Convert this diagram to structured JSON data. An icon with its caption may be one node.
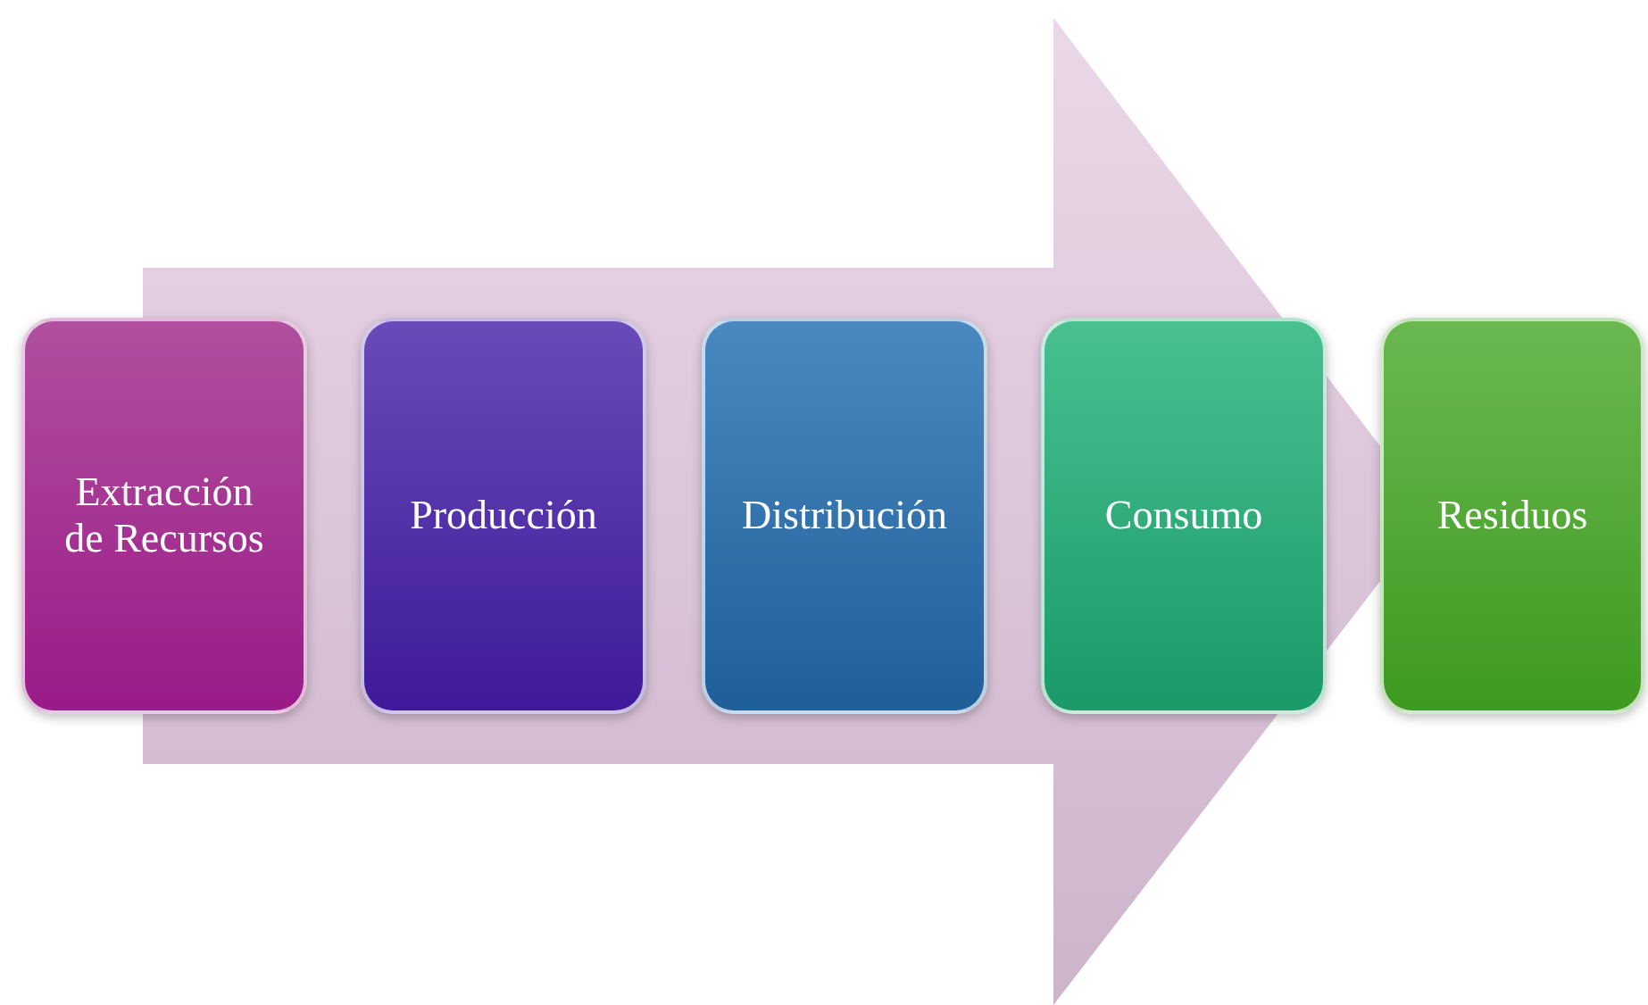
{
  "diagram": {
    "nodes": [
      {
        "text": [
          "Extracción de Recursos"
        ]
      },
      {
        "text": [
          "Producción"
        ]
      },
      {
        "text": [
          "Distribución"
        ]
      },
      {
        "text": [
          "Consumo"
        ]
      },
      {
        "text": [
          "Residuos"
        ]
      }
    ],
    "edges": [
      {
        "from": 0,
        "to": 4,
        "arrow": "to"
      }
    ]
  }
}
